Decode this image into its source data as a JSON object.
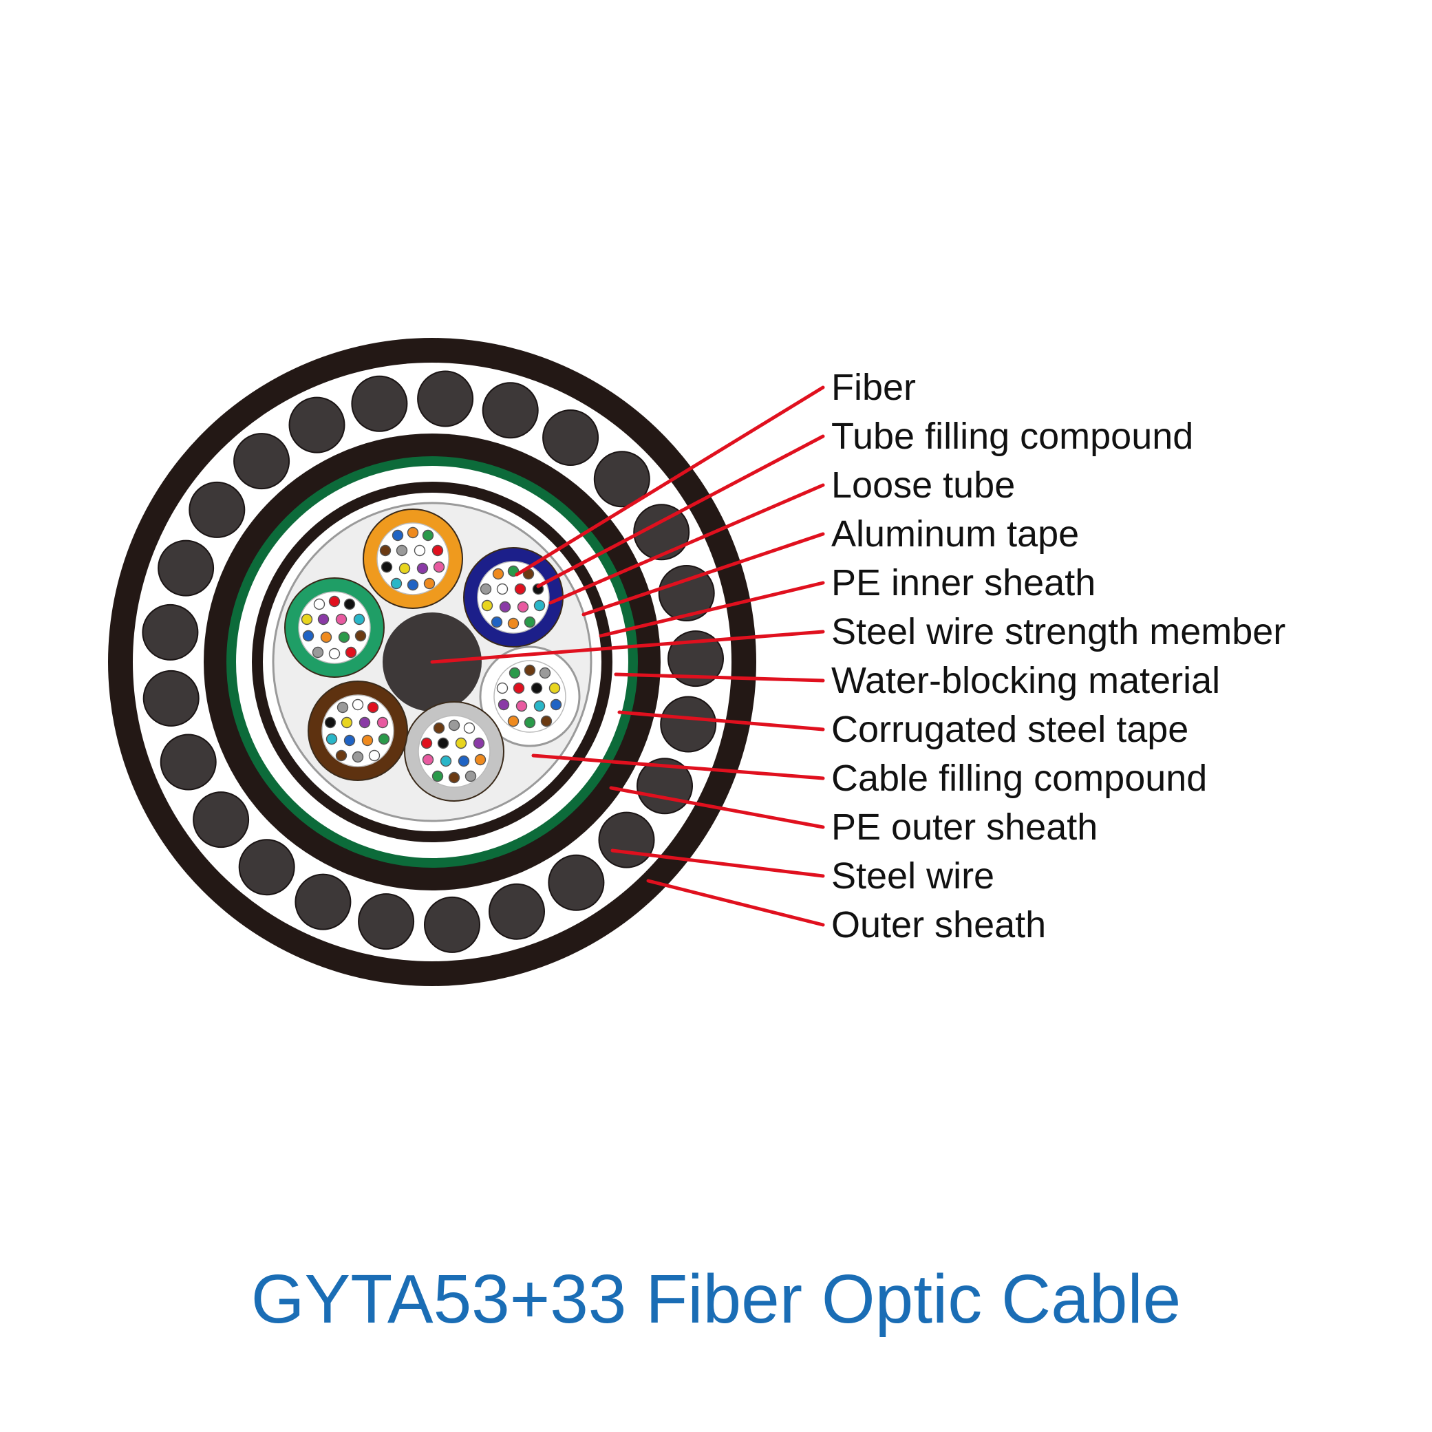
{
  "title": "GYTA53+33 Fiber Optic Cable",
  "labels": [
    "Fiber",
    "Tube filling compound",
    "Loose tube",
    "Aluminum tape",
    "PE inner sheath",
    "Steel wire strength member",
    "Water-blocking material",
    "Corrugated steel tape",
    "Cable filling compound",
    "PE outer sheath",
    "Steel wire",
    "Outer sheath"
  ],
  "colors": {
    "title": "#1a6db5",
    "leader_line": "#e0101e",
    "outer_sheath": "#231815",
    "steel_wire": "#3d3838",
    "corrugated_tape": "#0c6b3a",
    "cable_core": "#eeeeee"
  },
  "loose_tubes": [
    {
      "name": "orange-tube",
      "color": "#ef9a1e"
    },
    {
      "name": "blue-tube",
      "color": "#1c1f8a"
    },
    {
      "name": "white-tube",
      "color": "#ffffff"
    },
    {
      "name": "gray-tube",
      "color": "#c4c4c4"
    },
    {
      "name": "brown-tube",
      "color": "#5e3210"
    },
    {
      "name": "green-tube",
      "color": "#1f9e66"
    }
  ],
  "fiber_colors": [
    "#1f63c4",
    "#ef8a1e",
    "#2a9a4a",
    "#6b3a12",
    "#9a9a9a",
    "#ffffff",
    "#e0101e",
    "#111111",
    "#e8d51e",
    "#8a3aa6",
    "#e85aa0",
    "#29b6c8"
  ]
}
